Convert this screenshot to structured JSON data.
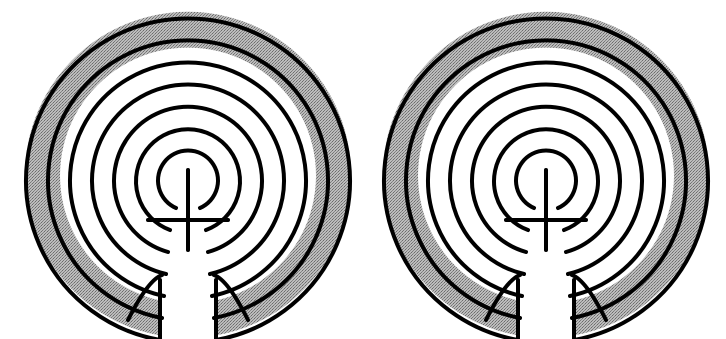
{
  "figure": {
    "labyrinths": [
      {
        "name": "left-labyrinth",
        "circuits": 7,
        "style": "classical"
      },
      {
        "name": "right-labyrinth",
        "circuits": 7,
        "style": "classical"
      }
    ],
    "colors": {
      "background": "#ffffff",
      "wall": "#000000",
      "shading": "#8a8a8a"
    }
  }
}
